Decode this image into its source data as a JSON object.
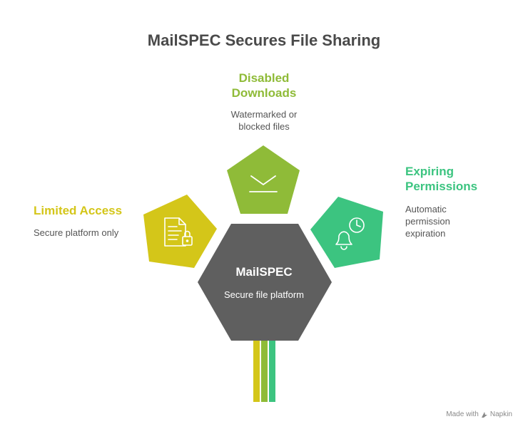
{
  "title": "MailSPEC Secures File Sharing",
  "center": {
    "title": "MailSPEC",
    "subtitle": "Secure file platform"
  },
  "items": [
    {
      "key": "limited",
      "heading": "Limited Access",
      "description": "Secure platform only",
      "icon": "document-lock-icon",
      "color": "#d4c619"
    },
    {
      "key": "downloads",
      "heading_lines": [
        "Disabled",
        "Downloads"
      ],
      "description_lines": [
        "Watermarked or",
        "blocked files"
      ],
      "icon": "download-tray-icon",
      "color": "#8fbb38"
    },
    {
      "key": "expiring",
      "heading_lines": [
        "Expiring",
        "Permissions"
      ],
      "description_lines": [
        "Automatic",
        "permission",
        "expiration"
      ],
      "icon": "bell-clock-icon",
      "color": "#3cc480"
    }
  ],
  "colors": {
    "hexagon": "#5f5f5f",
    "title": "#4a4a4a",
    "description": "#555555"
  },
  "footer": {
    "made_with": "Made with",
    "brand": "Napkin"
  }
}
